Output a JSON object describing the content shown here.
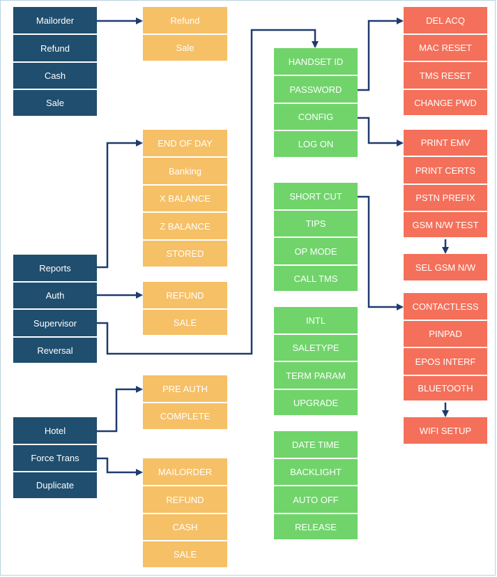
{
  "colors": {
    "navy": "#1f4e6e",
    "orange": "#f6c067",
    "green": "#70d46b",
    "red": "#f4705a",
    "arrow": "#1f3a6e"
  },
  "menu_main": [
    "Mailorder",
    "Refund",
    "Cash",
    "Sale"
  ],
  "menu_mailorder_sub": [
    "Refund",
    "Sale"
  ],
  "menu_reports_sub": [
    "END OF DAY",
    "Banking",
    "X BALANCE",
    "Z BALANCE",
    "STORED"
  ],
  "menu_supervisor": [
    "Reports",
    "Auth",
    "Supervisor",
    "Reversal"
  ],
  "menu_auth_sub": [
    "REFUND",
    "SALE"
  ],
  "menu_hotel_sub": [
    "PRE AUTH",
    "COMPLETE"
  ],
  "menu_hotel": [
    "Hotel",
    "Force Trans",
    "Duplicate"
  ],
  "menu_force_sub": [
    "MAILORDER",
    "REFUND",
    "CASH",
    "SALE"
  ],
  "green_group_1": [
    "HANDSET ID",
    "PASSWORD",
    "CONFIG",
    "LOG ON"
  ],
  "green_group_2": [
    "SHORT CUT",
    "TIPS",
    "OP MODE",
    "CALL TMS"
  ],
  "green_group_3": [
    "INTL",
    "SALETYPE",
    "TERM PARAM",
    "UPGRADE"
  ],
  "green_group_4": [
    "DATE TIME",
    "BACKLIGHT",
    "AUTO OFF",
    "RELEASE"
  ],
  "red_password_sub": [
    "DEL ACQ",
    "MAC RESET",
    "TMS RESET",
    "CHANGE PWD"
  ],
  "red_config_sub": [
    "PRINT EMV",
    "PRINT CERTS",
    "PSTN PREFIX",
    "GSM N/W TEST"
  ],
  "red_gsm_sub": [
    "SEL GSM N/W"
  ],
  "red_shortcut_sub": [
    "CONTACTLESS",
    "PINPAD",
    "EPOS INTERF",
    "BLUETOOTH"
  ],
  "red_bluetooth_sub": [
    "WIFI SETUP"
  ]
}
